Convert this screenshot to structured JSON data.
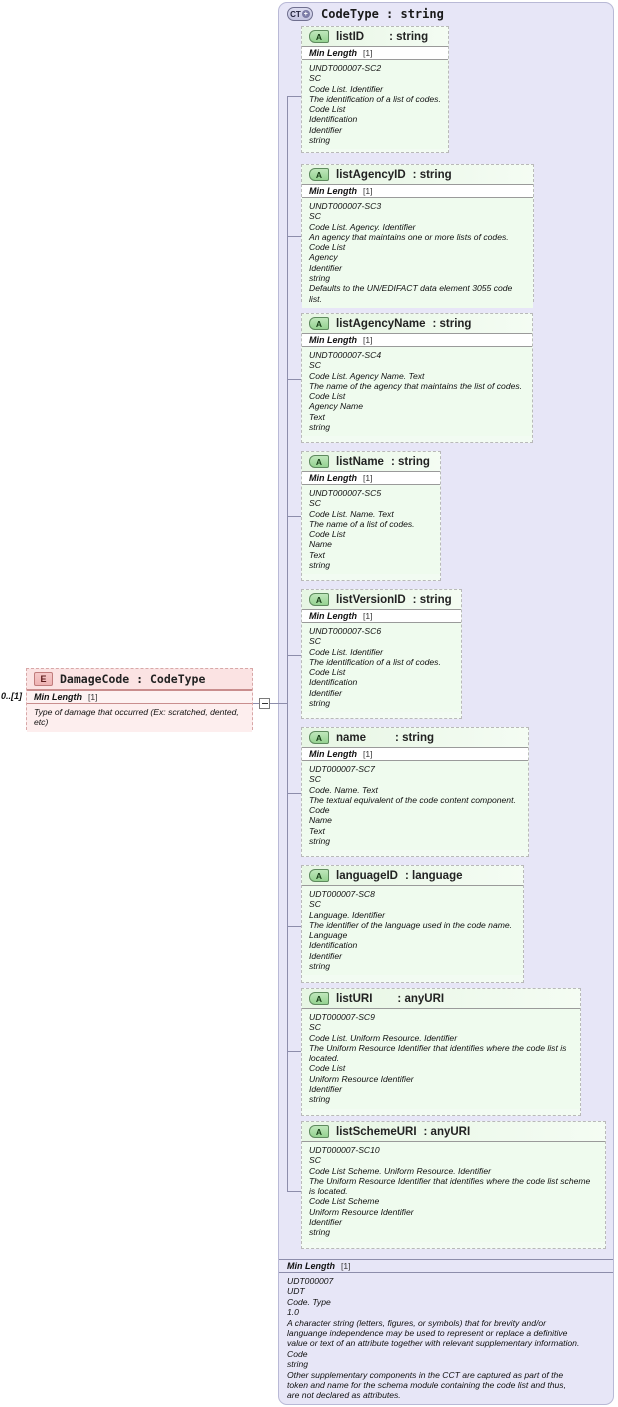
{
  "diagram": {
    "title": "XSD schema diagram: DamageCode : CodeType",
    "colors": {
      "complex_type_bg": "#e7e6f7",
      "attribute_bg": "#effbee",
      "element_bg": "#fdeeee",
      "connector": "#8d8dab"
    }
  },
  "element_node": {
    "icon": "element-icon",
    "icon_label": "E",
    "title": "DamageCode : CodeType",
    "occurs": "0..[1]",
    "facet": {
      "name": "Min Length",
      "value": "[1]"
    },
    "documentation": [
      "Type of damage that occurred (Ex: scratched, dented,",
      "etc)"
    ]
  },
  "complex_type": {
    "icon": "complextype-icon",
    "icon_label": "CT",
    "icon_expand": "+",
    "title": "CodeType : string",
    "facet": {
      "name": "Min Length",
      "value": "[1]"
    },
    "documentation": [
      "UDT000007",
      "UDT",
      "Code. Type",
      "1.0",
      "A character string (letters, figures, or symbols) that for brevity and/or",
      "languange independence may be used to represent or replace a definitive",
      "value or text of an attribute together with relevant supplementary information.",
      "Code",
      "string",
      "Other supplementary components in the CCT are captured as part of the",
      "token and name for the schema module containing the code list and thus,",
      "are not declared as attributes."
    ]
  },
  "attributes": [
    {
      "icon": "attribute-icon",
      "icon_label": "A",
      "name": "listID",
      "type": ": string",
      "facet": {
        "name": "Min Length",
        "value": "[1]"
      },
      "documentation": [
        "UNDT000007-SC2",
        "SC",
        "Code List. Identifier",
        "The identification of a list of codes.",
        "Code List",
        "Identification",
        "Identifier",
        "string"
      ]
    },
    {
      "icon": "attribute-icon",
      "icon_label": "A",
      "name": "listAgencyID",
      "type": ": string",
      "facet": {
        "name": "Min Length",
        "value": "[1]"
      },
      "documentation": [
        "UNDT000007-SC3",
        "SC",
        "Code List. Agency. Identifier",
        "An agency that maintains one or more lists of codes.",
        "Code List",
        "Agency",
        "Identifier",
        "string",
        "Defaults to the UN/EDIFACT data element 3055 code list."
      ]
    },
    {
      "icon": "attribute-icon",
      "icon_label": "A",
      "name": "listAgencyName",
      "type": ": string",
      "facet": {
        "name": "Min Length",
        "value": "[1]"
      },
      "documentation": [
        "UNDT000007-SC4",
        "SC",
        "Code List. Agency Name. Text",
        "The name of the agency that maintains the list of codes.",
        "Code List",
        "Agency Name",
        "Text",
        "string"
      ]
    },
    {
      "icon": "attribute-icon",
      "icon_label": "A",
      "name": "listName",
      "type": ": string",
      "facet": {
        "name": "Min Length",
        "value": "[1]"
      },
      "documentation": [
        "UNDT000007-SC5",
        "SC",
        "Code List. Name. Text",
        "The name of a list of codes.",
        "Code List",
        "Name",
        "Text",
        "string"
      ]
    },
    {
      "icon": "attribute-icon",
      "icon_label": "A",
      "name": "listVersionID",
      "type": ": string",
      "facet": {
        "name": "Min Length",
        "value": "[1]"
      },
      "documentation": [
        "UNDT000007-SC6",
        "SC",
        "Code List. Identifier",
        "The identification of a list of codes.",
        "Code List",
        "Identification",
        "Identifier",
        "string"
      ]
    },
    {
      "icon": "attribute-icon",
      "icon_label": "A",
      "name": "name",
      "type": ": string",
      "facet": {
        "name": "Min Length",
        "value": "[1]"
      },
      "documentation": [
        "UDT000007-SC7",
        "SC",
        "Code. Name. Text",
        "The textual equivalent of the code content component.",
        "Code",
        "Name",
        "Text",
        "string"
      ]
    },
    {
      "icon": "attribute-icon",
      "icon_label": "A",
      "name": "languageID",
      "type": ": language",
      "facet": null,
      "documentation": [
        "UDT000007-SC8",
        "SC",
        "Language. Identifier",
        "The identifier of the language used in the code name.",
        "Language",
        "Identification",
        "Identifier",
        "string"
      ]
    },
    {
      "icon": "attribute-icon",
      "icon_label": "A",
      "name": "listURI",
      "type": ": anyURI",
      "facet": null,
      "documentation": [
        "UDT000007-SC9",
        "SC",
        "Code List. Uniform Resource. Identifier",
        "The Uniform Resource Identifier that identifies where the code list is",
        "located.",
        "Code List",
        "Uniform Resource Identifier",
        "Identifier",
        "string"
      ]
    },
    {
      "icon": "attribute-icon",
      "icon_label": "A",
      "name": "listSchemeURI",
      "type": ": anyURI",
      "facet": null,
      "documentation": [
        "UDT000007-SC10",
        "SC",
        "Code List Scheme. Uniform Resource. Identifier",
        "The Uniform Resource Identifier that identifies where the code list scheme",
        "is located.",
        "Code List Scheme",
        "Uniform Resource Identifier",
        "Identifier",
        "string"
      ]
    }
  ],
  "connector": {
    "collapse_toggle": "collapse-toggle-icon",
    "collapse_glyph": "−"
  }
}
